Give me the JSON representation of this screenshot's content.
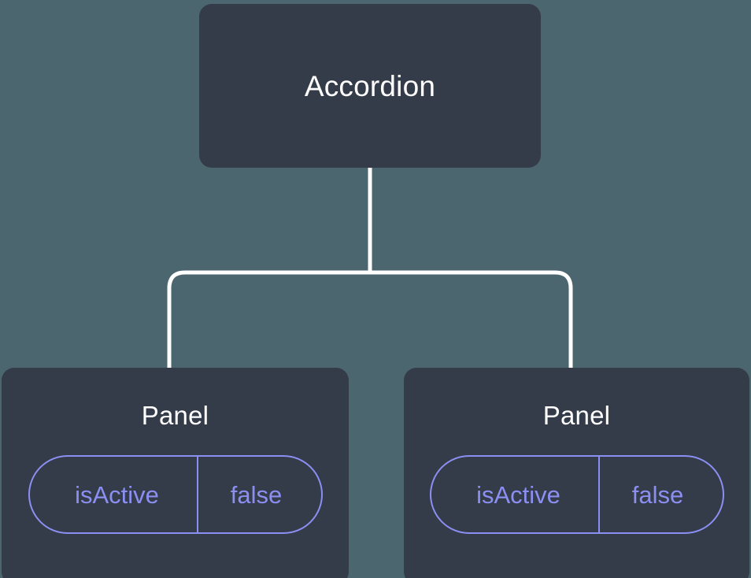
{
  "diagram": {
    "title_text": "Accordion",
    "background_color": "#4c6670",
    "node_fill_color": "#343b49",
    "node_border_color": "#ffffff",
    "edge_color": "#ffffff",
    "prop_accent_color": "#8c8ff2",
    "root": {
      "label": "Accordion"
    },
    "children": [
      {
        "label": "Panel",
        "props": [
          {
            "key": "isActive",
            "value": "false"
          }
        ]
      },
      {
        "label": "Panel",
        "props": [
          {
            "key": "isActive",
            "value": "false"
          }
        ]
      }
    ]
  }
}
